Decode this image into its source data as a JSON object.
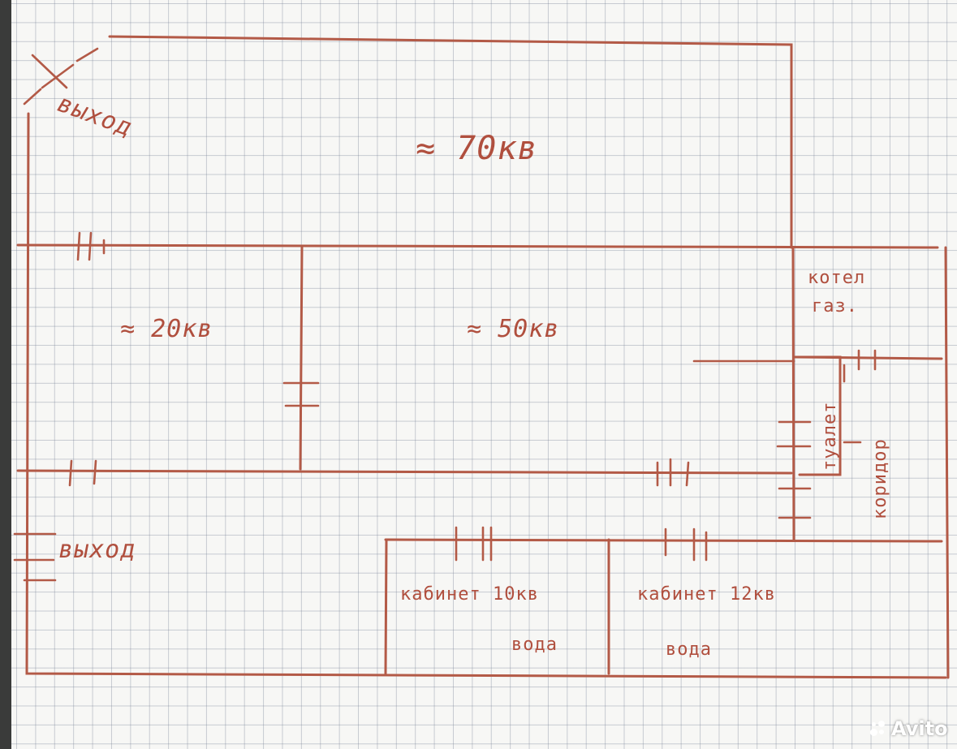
{
  "rooms": {
    "top": "≈ 70кв",
    "left": "≈ 20кв",
    "center": "≈ 50кв",
    "office1": "кабинет 10кв",
    "office2": "кабинет   12кв"
  },
  "labels": {
    "exit_top": "выход",
    "exit_left": "выход",
    "boiler_line1": "котел",
    "boiler_line2": "газ.",
    "toilet": "туалет",
    "corridor": "коридор",
    "water1": "вода",
    "water2": "вода"
  },
  "watermark": "Avito",
  "colors": {
    "ink": "#b35a47",
    "paper": "#f7f7f5"
  }
}
